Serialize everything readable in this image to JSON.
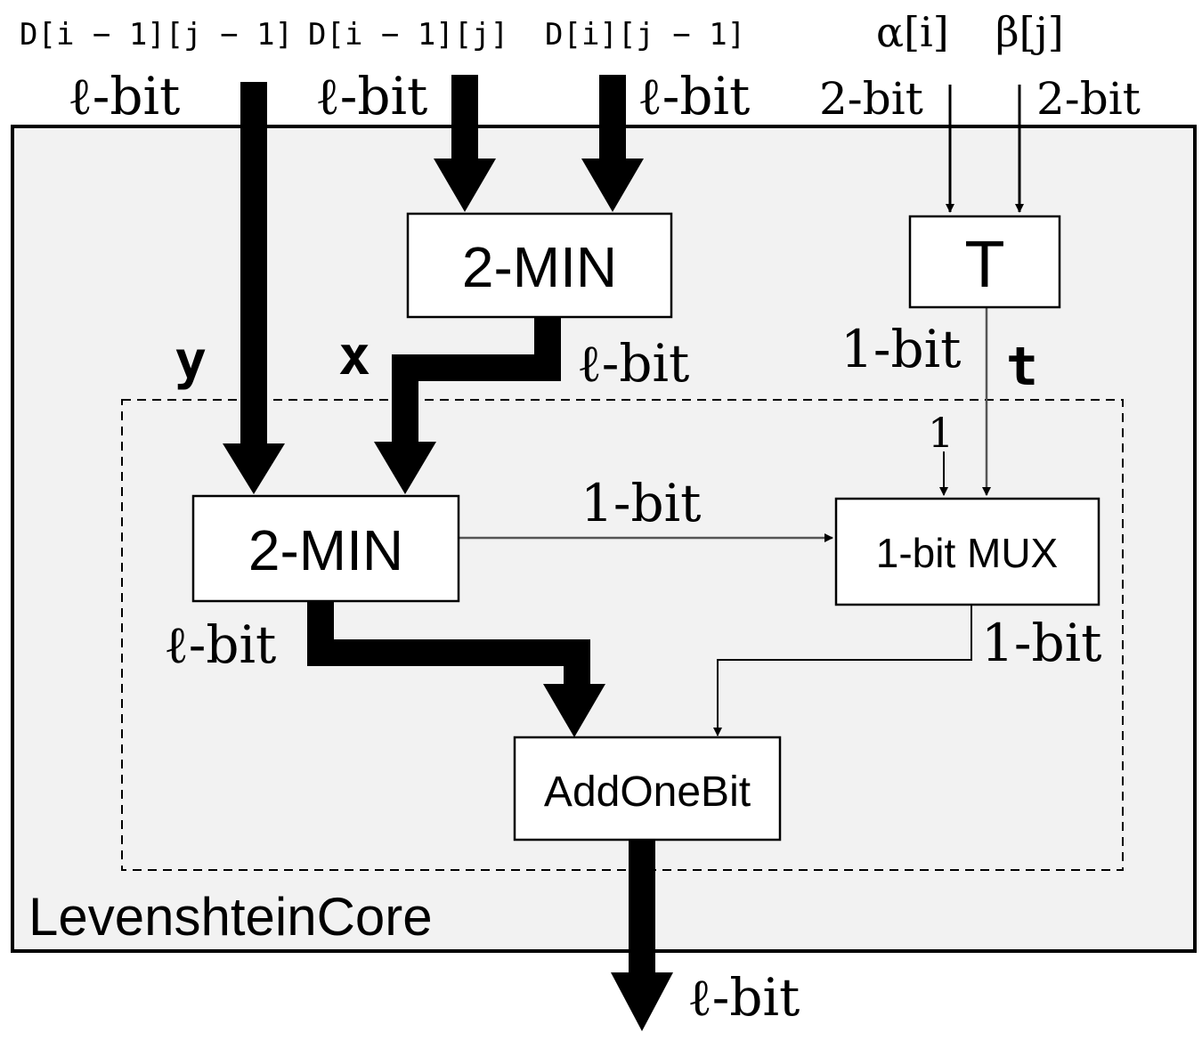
{
  "inputs": {
    "d_diag": "D[i − 1][j − 1]",
    "d_up": "D[i − 1][j]",
    "d_left": "D[i][j − 1]",
    "alpha": "α[i]",
    "beta": "β[j]"
  },
  "widths": {
    "l_bit": "ℓ-bit",
    "two_bit": "2-bit",
    "one_bit": "1-bit"
  },
  "signals": {
    "y": "y",
    "x": "x",
    "t": "t",
    "one": "1"
  },
  "blocks": {
    "top_min": "2-MIN",
    "t_block": "T",
    "inner_min": "2-MIN",
    "mux": "1-bit MUX",
    "add_one": "AddOneBit"
  },
  "container": {
    "label": "LevenshteinCore"
  },
  "colors": {
    "core_fill": "#f2f2f2",
    "stroke": "#000000",
    "thin_wire": "#555555"
  }
}
